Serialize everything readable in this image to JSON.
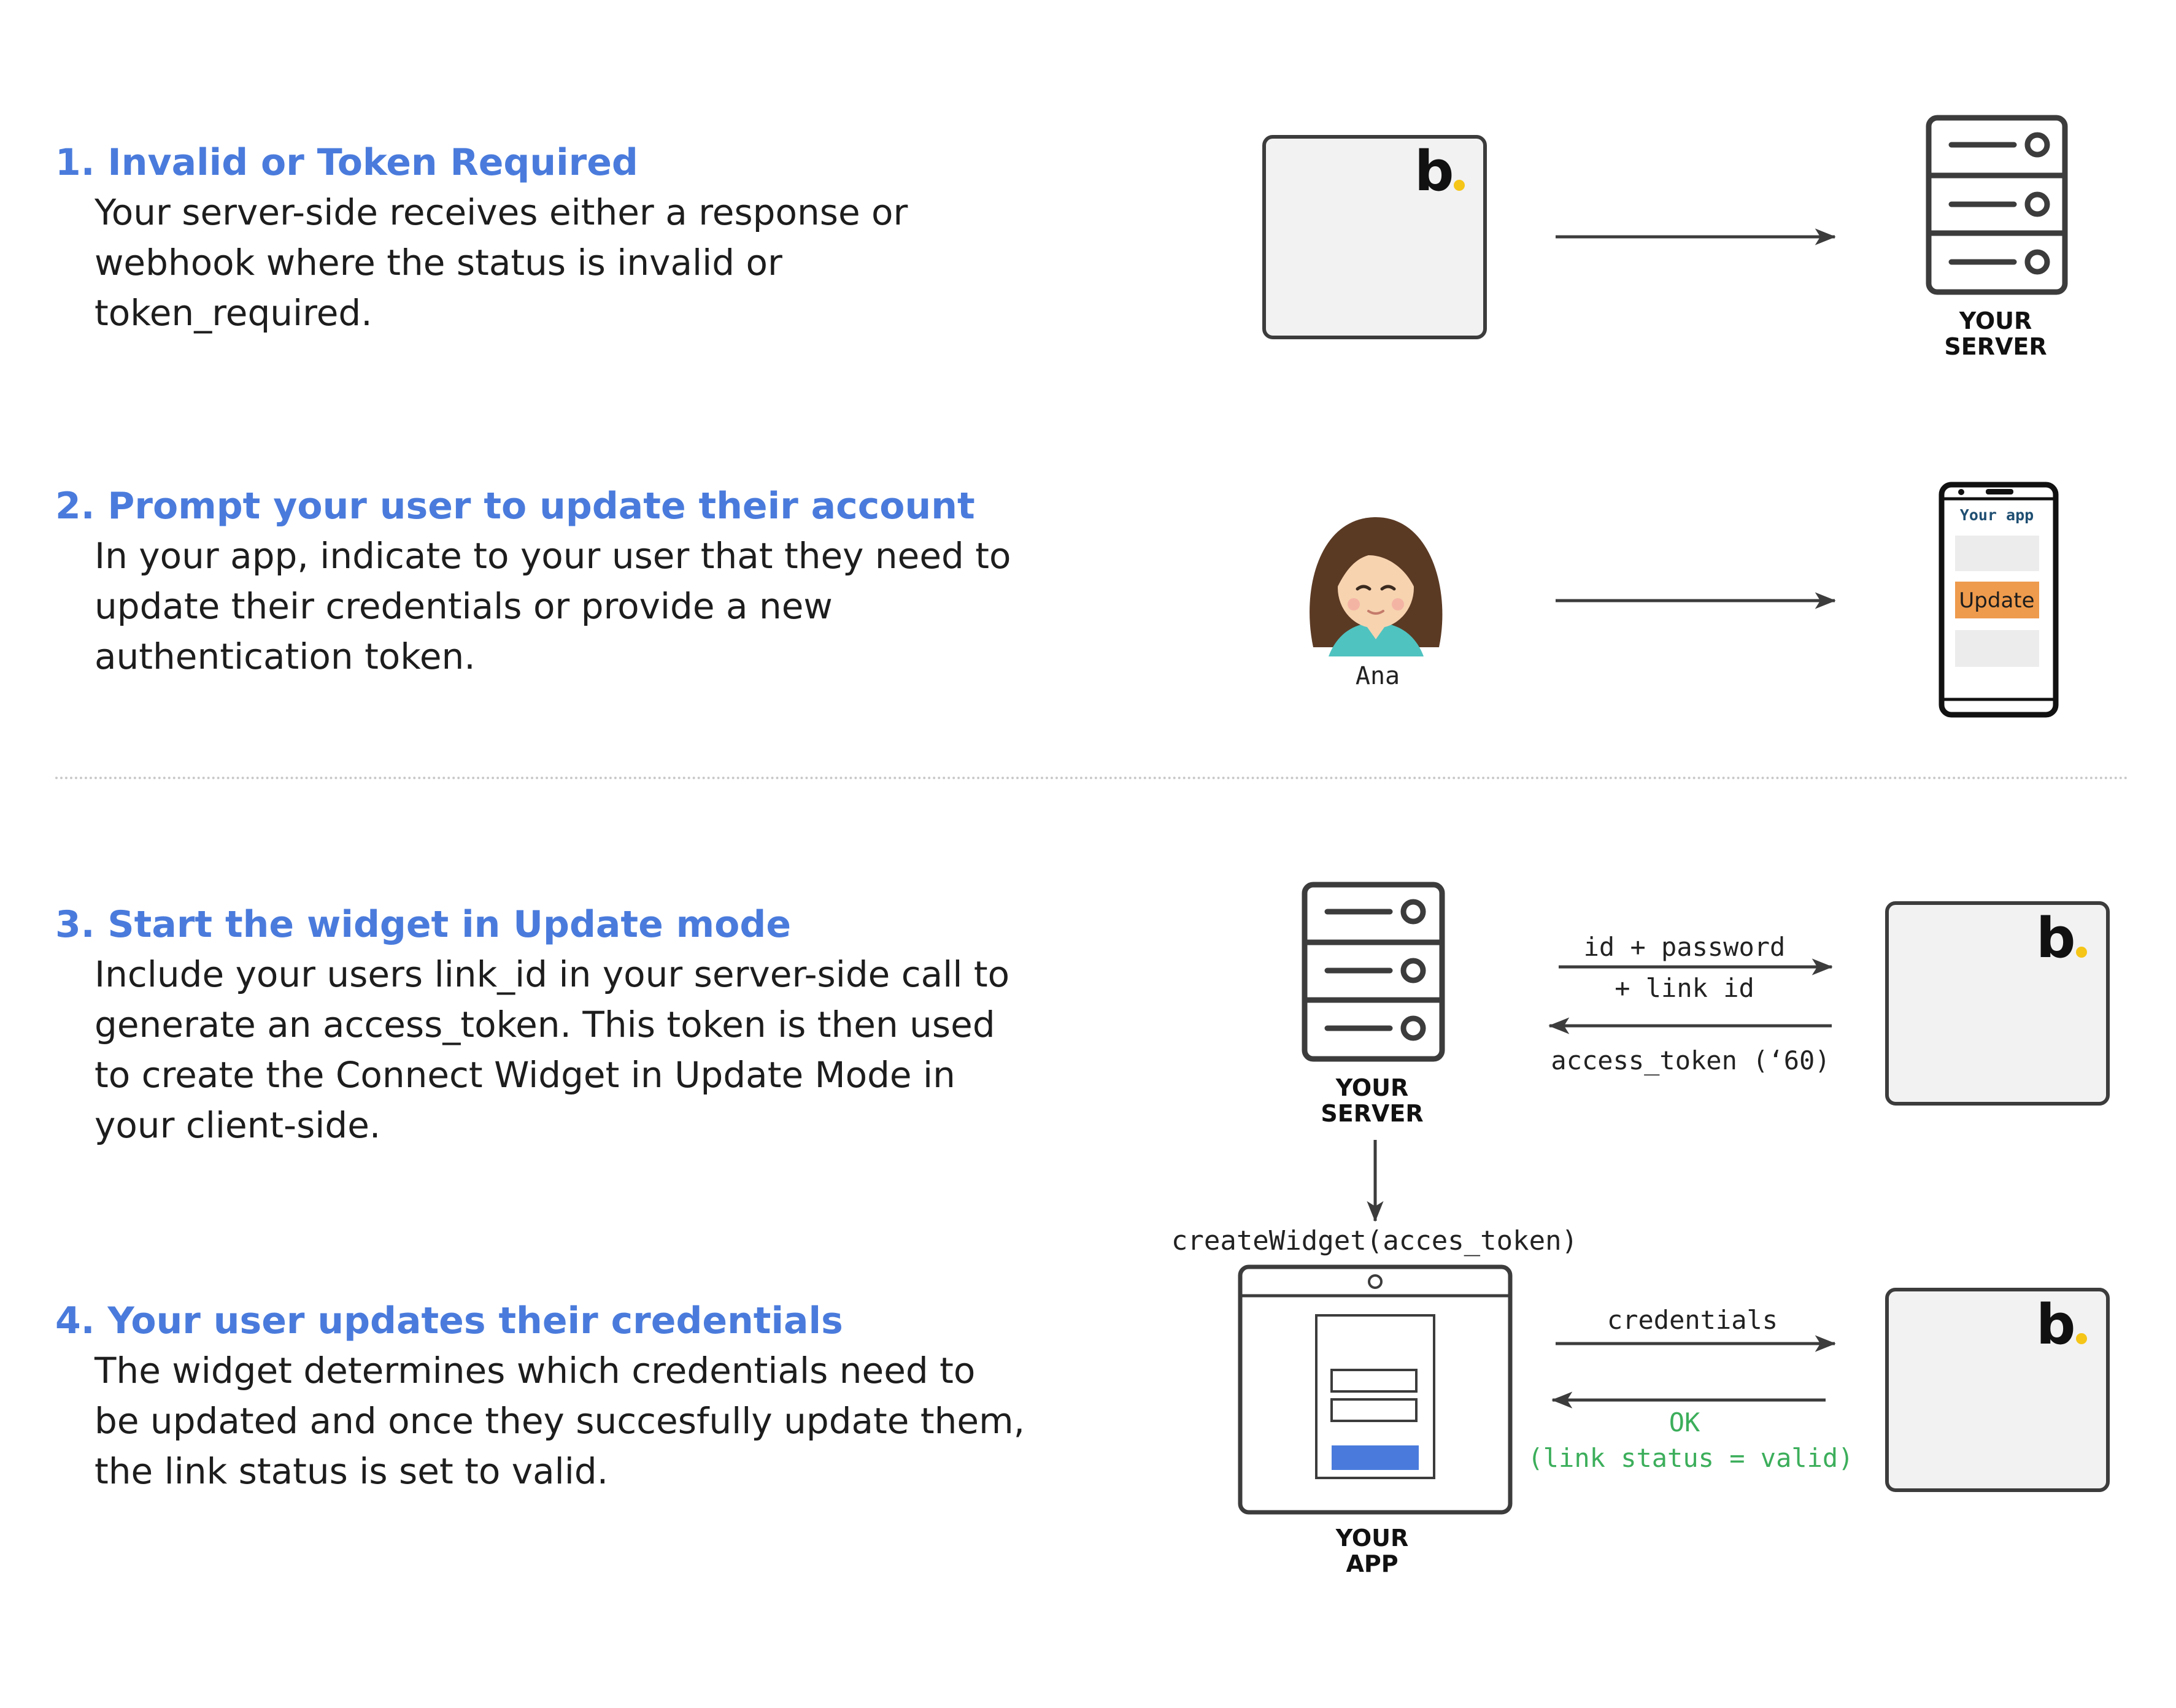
{
  "steps": [
    {
      "title": "1. Invalid or Token Required",
      "lines": [
        "Your server-side receives either a response or",
        "webhook where the status is invalid or",
        "token_required."
      ]
    },
    {
      "title": "2. Prompt your user to update their account",
      "lines": [
        "In your app, indicate to your user that they need to",
        "update their credentials or provide a new",
        "authentication token."
      ]
    },
    {
      "title": "3. Start the widget in Update mode",
      "lines": [
        "Include your users link_id in your server-side call to",
        "generate an access_token. This token is then used",
        "to create the Connect Widget in Update Mode in",
        "your client-side."
      ]
    },
    {
      "title": "4. Your user updates their credentials",
      "lines": [
        "The widget determines which credentials need to",
        "be updated and once they succesfully update them,",
        "the link status is set to valid."
      ]
    }
  ],
  "diagram": {
    "server_label_1": "YOUR",
    "server_label_2": "SERVER",
    "app_label_1": "YOUR",
    "app_label_2": "APP",
    "user_name": "Ana",
    "phone_app_title": "Your app",
    "phone_update_button": "Update",
    "request_label_1": "id + password",
    "request_label_2": "+ link id",
    "response_label": "access_token (‘60)",
    "create_widget_call": "createWidget(acces_token)",
    "credentials_label": "credentials",
    "ok_label": "OK",
    "link_status_label": "(link status = valid)",
    "logo_letter": "b"
  },
  "colors": {
    "title_blue": "#4a7bdc",
    "ok_green": "#3cae5b",
    "update_orange": "#ee9b4d",
    "logo_yellow": "#f5c518",
    "widget_button_blue": "#4a7bdc",
    "box_fill": "#f2f2f2",
    "stroke_dark": "#3c3c3c"
  }
}
